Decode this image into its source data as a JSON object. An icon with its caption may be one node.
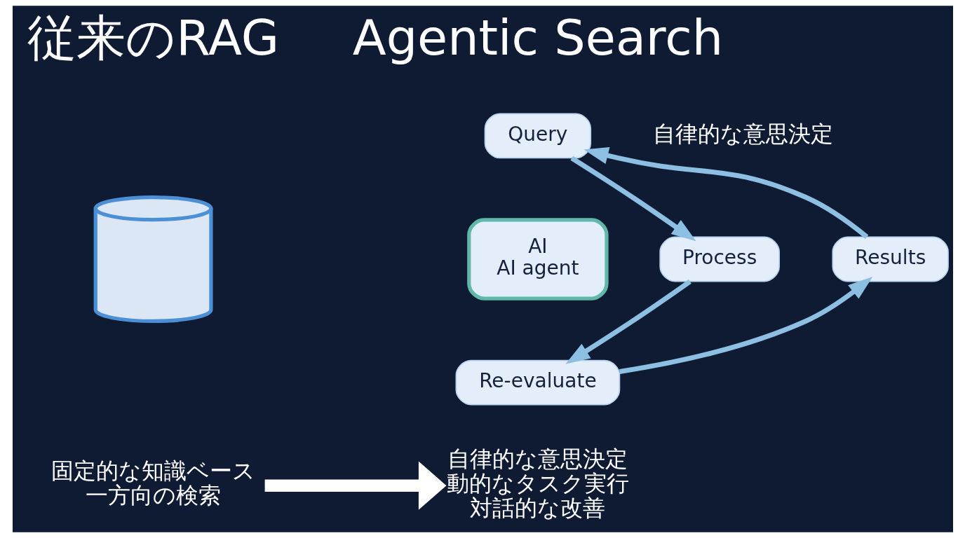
{
  "diagram": {
    "nodes": [
      {
        "text": [],
        "shape": "cylinder"
      },
      {
        "text": [
          "固定的な知識ベース",
          "一方向の検索"
        ]
      },
      {
        "text": [
          "Query"
        ]
      },
      {
        "text": [
          "AI",
          "AI agent"
        ]
      },
      {
        "text": [
          "Process"
        ]
      },
      {
        "text": [
          "Results"
        ]
      },
      {
        "text": [
          "Re-evaluate"
        ]
      },
      {
        "text": [
          "自律的な意思決定",
          "動的なタスク実行",
          "対話的な改善"
        ]
      }
    ],
    "edges": [
      {
        "from": 2,
        "to": 4,
        "arrow": "to"
      },
      {
        "from": 4,
        "to": 6,
        "arrow": "to"
      },
      {
        "from": 6,
        "to": 5,
        "arrow": "to"
      },
      {
        "from": 5,
        "to": 2,
        "arrow": "to"
      },
      {
        "from": 1,
        "to": 7,
        "arrow": "to",
        "style": "thick",
        "color": "#ffffff"
      }
    ],
    "labels": [
      "従来のRAG",
      "Agentic Search",
      "自律的な意思決定"
    ]
  }
}
